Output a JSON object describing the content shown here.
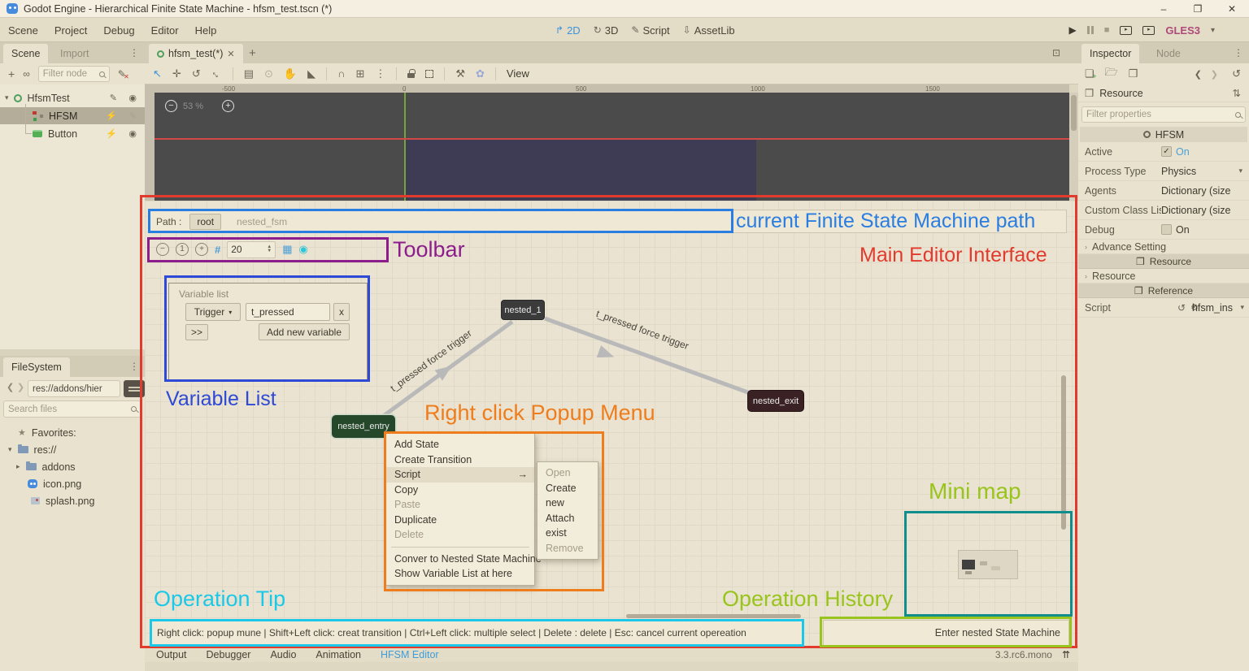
{
  "window": {
    "title": "Godot Engine - Hierarchical Finite State Machine - hfsm_test.tscn (*)",
    "controls": {
      "minimize": "–",
      "maximize": "❐",
      "close": "✕"
    }
  },
  "menubar": {
    "items": [
      "Scene",
      "Project",
      "Debug",
      "Editor",
      "Help"
    ],
    "workspaces": [
      "2D",
      "3D",
      "Script",
      "AssetLib"
    ],
    "renderer": "GLES3"
  },
  "scene_dock": {
    "tabs": [
      "Scene",
      "Import"
    ],
    "filter_placeholder": "Filter node",
    "tree": [
      {
        "name": "HfsmTest"
      },
      {
        "name": "HFSM"
      },
      {
        "name": "Button"
      }
    ]
  },
  "filesystem_dock": {
    "tab": "FileSystem",
    "path": "res://addons/hier",
    "search_placeholder": "Search files",
    "items": [
      "Favorites:",
      "res://",
      "addons",
      "icon.png",
      "splash.png"
    ]
  },
  "main": {
    "scene_tab": "hfsm_test(*)",
    "view_menu": "View",
    "canvas": {
      "zoom_percent": "53 %",
      "ruler_ticks": [
        "-500",
        "0",
        "500",
        "1000",
        "1500"
      ]
    }
  },
  "hfsm_editor": {
    "path_label": "Path :",
    "path_items": [
      "root",
      "nested_fsm"
    ],
    "toolbar": {
      "zoom_value": "20"
    },
    "variable_list": {
      "title": "Variable list",
      "type_value": "Trigger",
      "name_value": "t_pressed",
      "delete_label": "x",
      "expand_label": ">>",
      "add_label": "Add new variable"
    },
    "states": [
      {
        "name": "nested_entry"
      },
      {
        "name": "nested_1"
      },
      {
        "name": "nested_exit"
      }
    ],
    "transition_label": "t_pressed force trigger",
    "popup_menu": [
      "Add State",
      "Create Transition",
      "Script",
      "Copy",
      "Paste",
      "Duplicate",
      "Delete",
      "Conver to Nested State Machine",
      "Show Variable List at here"
    ],
    "script_submenu": [
      "Open",
      "Create new",
      "Attach exist",
      "Remove"
    ],
    "operation_tip": "Right click: popup mune | Shift+Left click: creat transition | Ctrl+Left click: multiple select | Delete : delete | Esc: cancel current opereation",
    "operation_history": "Enter nested State Machine"
  },
  "bottom_bar": {
    "items": [
      "Output",
      "Debugger",
      "Audio",
      "Animation",
      "HFSM Editor"
    ],
    "version": "3.3.rc6.mono"
  },
  "inspector": {
    "tabs": [
      "Inspector",
      "Node"
    ],
    "resource_label": "Resource",
    "filter_placeholder": "Filter properties",
    "object_header": "HFSM",
    "rows": [
      {
        "label": "Active",
        "value": "On"
      },
      {
        "label": "Process Type",
        "value": "Physics"
      },
      {
        "label": "Agents",
        "value": "Dictionary (size"
      },
      {
        "label": "Custom Class Lis",
        "value": "Dictionary (size"
      },
      {
        "label": "Debug",
        "value": "On"
      }
    ],
    "advance_setting": "Advance Setting",
    "resource_section": "Resource",
    "resource_fold": "Resource",
    "reference_section": "Reference",
    "script_label": "Script",
    "script_value": "hfsm_ins"
  },
  "annotations": {
    "path_label": "current Finite State Machine path",
    "main_label": "Main Editor Interface",
    "toolbar_label": "Toolbar",
    "variable_list_label": "Variable List",
    "popup_label": "Right click Popup Menu",
    "minimap_label": "Mini map",
    "tip_label": "Operation Tip",
    "history_label": "Operation History",
    "colors": {
      "red": "#e23b2e",
      "blue": "#2a7de1",
      "purple": "#8c1d8c",
      "royal_blue": "#2d49d6",
      "orange": "#ee7d1d",
      "teal": "#108d8d",
      "cyan": "#1cc8e8",
      "green": "#99c41c"
    }
  },
  "icons": {
    "zoom_out": "−",
    "zoom_reset": "1",
    "zoom_in": "+"
  }
}
